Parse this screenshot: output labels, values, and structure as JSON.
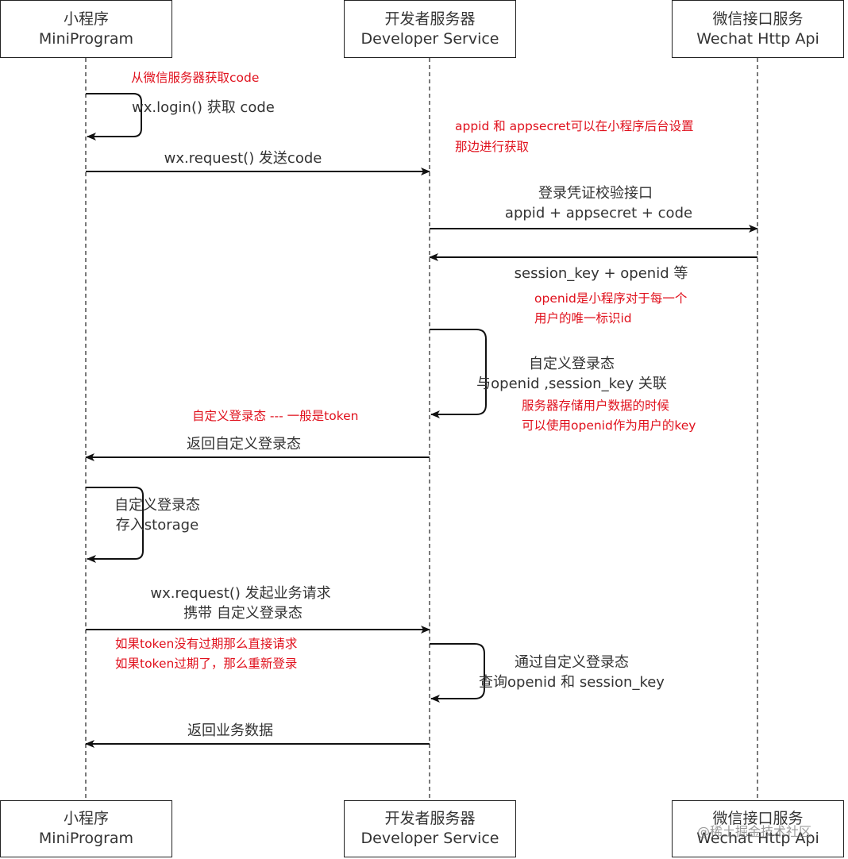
{
  "actors": {
    "mini": {
      "zh": "小程序",
      "en": "MiniProgram"
    },
    "dev": {
      "zh": "开发者服务器",
      "en": "Developer Service"
    },
    "wx": {
      "zh": "微信接口服务",
      "en": "Wechat Http Api"
    }
  },
  "messages": {
    "login": "wx.login() 获取 code",
    "send_code": "wx.request() 发送code",
    "verify_1": "登录凭证校验接口",
    "verify_2": "appid + appsecret + code",
    "session_reply": "session_key + openid 等",
    "custom_state_1": "自定义登录态",
    "custom_state_2": "与openid ,session_key 关联",
    "return_state": "返回自定义登录态",
    "store_1": "自定义登录态",
    "store_2": "存入storage",
    "biz_req_1": "wx.request() 发起业务请求",
    "biz_req_2": "携带 自定义登录态",
    "query_1": "通过自定义登录态",
    "query_2": "查询openid 和 session_key",
    "return_biz": "返回业务数据"
  },
  "notes": {
    "get_code": "从微信服务器获取code",
    "appsecret_1": "appid 和 appsecret可以在小程序后台设置",
    "appsecret_2": "那边进行获取",
    "openid_1": "openid是小程序对于每一个",
    "openid_2": "用户的唯一标识id",
    "token": "自定义登录态 --- 一般是token",
    "store_key_1": "服务器存储用户数据的时候",
    "store_key_2": "可以使用openid作为用户的key",
    "expire_1": "如果token没有过期那么直接请求",
    "expire_2": "如果token过期了，那么重新登录"
  },
  "watermark": "@稀土掘金技术社区",
  "colors": {
    "note": "#e0101c",
    "text": "#333333",
    "line": "#222222"
  }
}
